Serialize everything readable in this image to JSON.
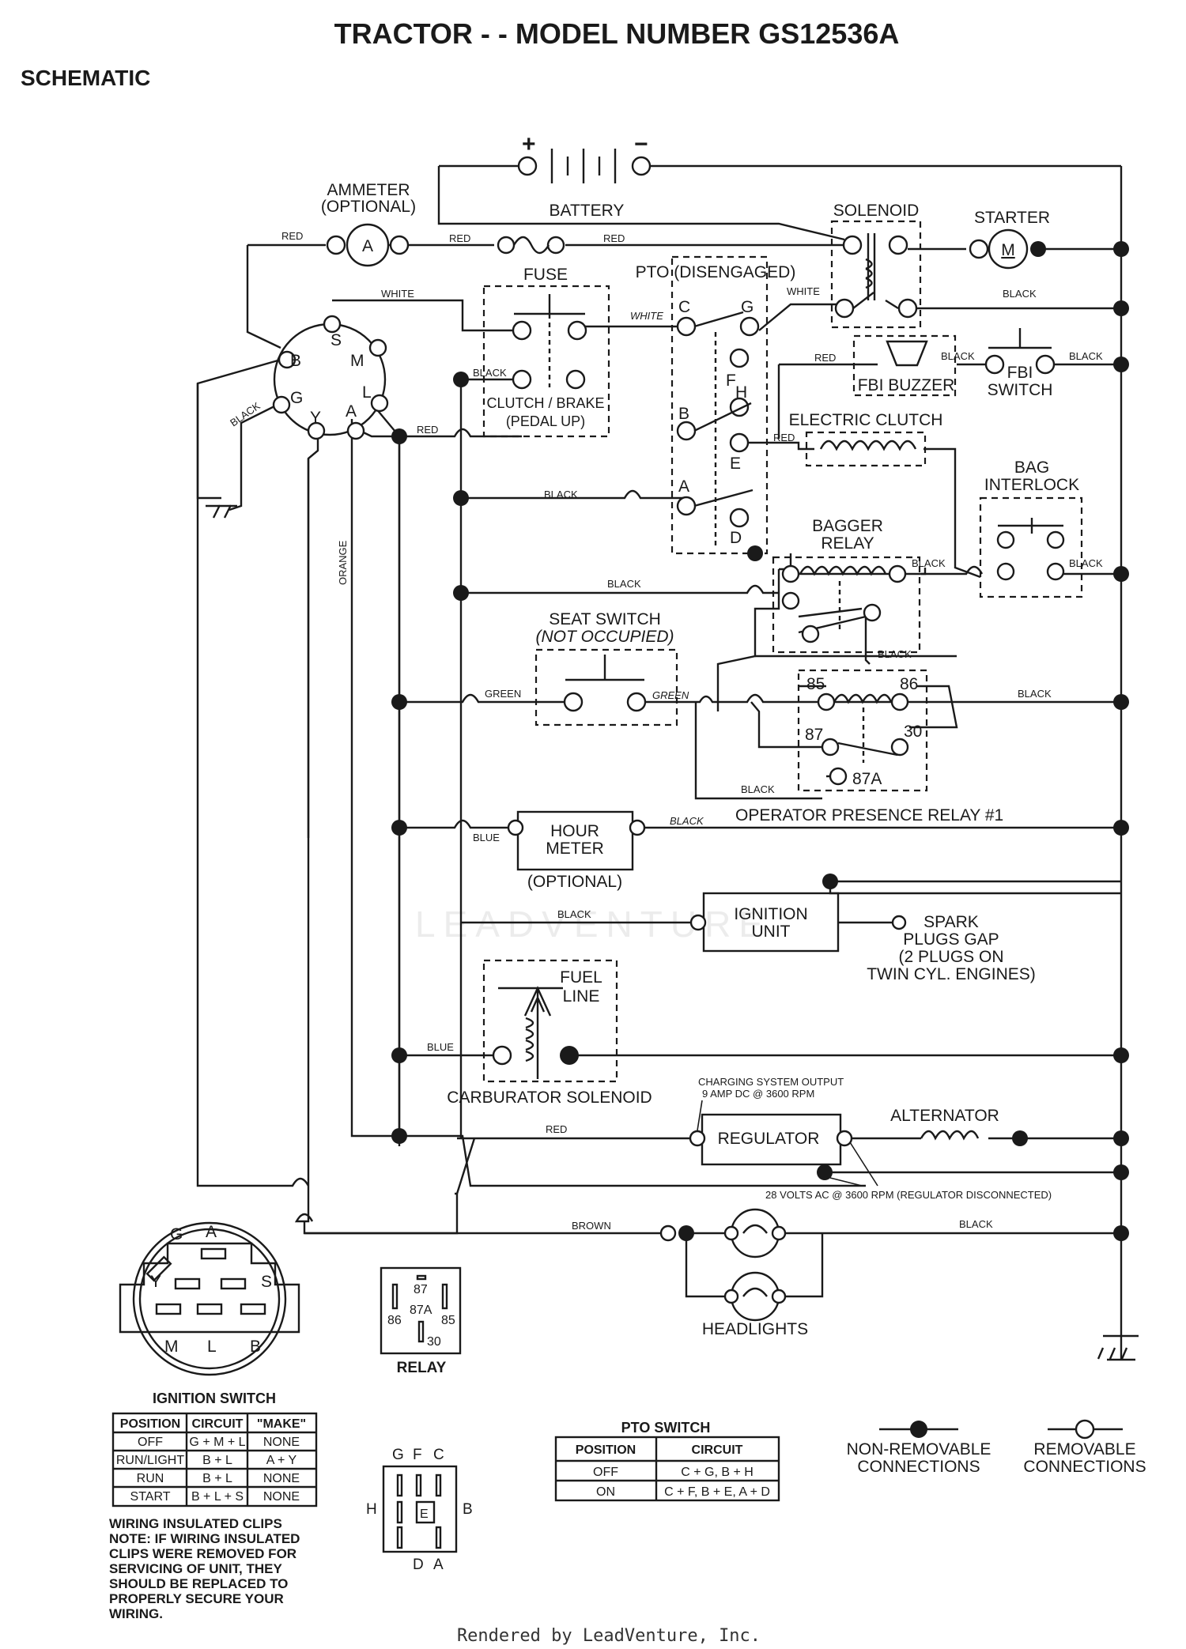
{
  "title": "TRACTOR - - MODEL NUMBER GS12536A",
  "subtitle": "SCHEMATIC",
  "components": {
    "battery": "BATTERY",
    "battery_plus": "+",
    "battery_minus": "−",
    "ammeter_1": "AMMETER",
    "ammeter_2": "(OPTIONAL)",
    "ammeter_symbol": "A",
    "solenoid": "SOLENOID",
    "starter": "STARTER",
    "starter_symbol": "M",
    "fuse": "FUSE",
    "pto": "PTO (DISENGAGED)",
    "clutch_brake_1": "CLUTCH / BRAKE",
    "clutch_brake_2": "(PEDAL UP)",
    "fbi_buzzer": "FBI BUZZER",
    "fbi_switch_1": "FBI",
    "fbi_switch_2": "SWITCH",
    "electric_clutch": "ELECTRIC CLUTCH",
    "bag_interlock_1": "BAG",
    "bag_interlock_2": "INTERLOCK",
    "bagger_relay_1": "BAGGER",
    "bagger_relay_2": "RELAY",
    "seat_switch_1": "SEAT SWITCH",
    "seat_switch_2": "(NOT OCCUPIED)",
    "operator_relay": "OPERATOR PRESENCE RELAY #1",
    "hour_meter_1": "HOUR",
    "hour_meter_2": "METER",
    "hour_meter_3": "(OPTIONAL)",
    "ignition_unit_1": "IGNITION",
    "ignition_unit_2": "UNIT",
    "spark_1": "SPARK",
    "spark_2": "PLUGS GAP",
    "spark_3": "(2 PLUGS ON",
    "spark_4": "TWIN CYL. ENGINES)",
    "fuel_line_1": "FUEL",
    "fuel_line_2": "LINE",
    "carb_solenoid": "CARBURATOR SOLENOID",
    "charging_1": "CHARGING SYSTEM OUTPUT",
    "charging_2": "9 AMP DC @ 3600 RPM",
    "regulator": "REGULATOR",
    "alternator": "ALTERNATOR",
    "volts_note": "28 VOLTS AC @ 3600 RPM (REGULATOR DISCONNECTED)",
    "headlights": "HEADLIGHTS",
    "relay_label": "RELAY",
    "pin_85": "85",
    "pin_86": "86",
    "pin_87": "87",
    "pin_87a": "87A",
    "pin_30": "30"
  },
  "ignition_terminals": {
    "S": "S",
    "B": "B",
    "M": "M",
    "G": "G",
    "L": "L",
    "Y": "Y",
    "A": "A"
  },
  "pto_terminals": {
    "C": "C",
    "G": "G",
    "F": "F",
    "H": "H",
    "B": "B",
    "E": "E",
    "A": "A",
    "D": "D"
  },
  "wire_colors": {
    "red": "RED",
    "white": "WHITE",
    "black": "BLACK",
    "green": "GREEN",
    "blue": "BLUE",
    "orange": "ORANGE",
    "brown": "BROWN"
  },
  "ignition_switch_table": {
    "title": "IGNITION SWITCH",
    "headers": [
      "POSITION",
      "CIRCUIT",
      "\"MAKE\""
    ],
    "rows": [
      [
        "OFF",
        "G + M + L",
        "NONE"
      ],
      [
        "RUN/LIGHT",
        "B + L",
        "A + Y"
      ],
      [
        "RUN",
        "B + L",
        "NONE"
      ],
      [
        "START",
        "B + L + S",
        "NONE"
      ]
    ]
  },
  "pto_switch_table": {
    "title": "PTO SWITCH",
    "headers": [
      "POSITION",
      "CIRCUIT"
    ],
    "rows": [
      [
        "OFF",
        "C + G, B + H"
      ],
      [
        "ON",
        "C + F, B + E, A + D"
      ]
    ]
  },
  "legend": {
    "non_removable_1": "NON-REMOVABLE",
    "non_removable_2": "CONNECTIONS",
    "removable_1": "REMOVABLE",
    "removable_2": "CONNECTIONS"
  },
  "connector_ignition": {
    "G": "G",
    "A": "A",
    "Y": "Y",
    "S": "S",
    "M": "M",
    "L": "L",
    "B": "B"
  },
  "connector_pto": {
    "G": "G",
    "F": "F",
    "C": "C",
    "H": "H",
    "E": "E",
    "B": "B",
    "D": "D",
    "A": "A"
  },
  "note": {
    "heading": "WIRING INSULATED CLIPS",
    "line1": "NOTE: IF WIRING INSULATED",
    "line2": "CLIPS WERE REMOVED FOR",
    "line3": "SERVICING OF UNIT, THEY",
    "line4": "SHOULD BE REPLACED TO",
    "line5": "PROPERLY SECURE YOUR",
    "line6": "WIRING."
  },
  "footer": "Rendered by LeadVenture, Inc.",
  "watermark": "LEADVENTURE"
}
